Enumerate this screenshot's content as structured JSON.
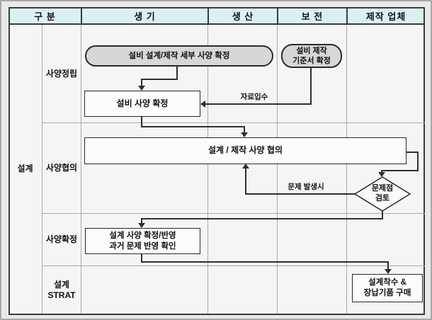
{
  "header": {
    "columns": [
      "구 분",
      "생 기",
      "생 산",
      "보 전",
      "제작 업체"
    ]
  },
  "phase": {
    "label": "설계"
  },
  "stages": [
    {
      "label": "사양정립"
    },
    {
      "label": "사양협의"
    },
    {
      "label": "사양확정"
    },
    {
      "line1": "설계",
      "line2": "STRAT"
    }
  ],
  "nodes": {
    "detail_spec_confirm": {
      "label": "설비 설계/제작 세부 사양 확정"
    },
    "mfg_standard_confirm": {
      "line1": "설비 제작",
      "line2": "기준서 확정"
    },
    "equipment_spec_confirm": {
      "label": "설비 사양 확정"
    },
    "design_mfg_spec_consult": {
      "label": "설계 / 제작 사양 협의"
    },
    "problem_review": {
      "line1": "문제점",
      "line2": "검토"
    },
    "design_spec_confirm_reflect": {
      "line1": "설계 사양 확정/반영",
      "line2": "과거 문제 반영 확인"
    },
    "design_start_purchase": {
      "line1": "설계착수 &",
      "line2": "장납기품 구매"
    }
  },
  "edge_labels": {
    "data_acquisition": "자료입수",
    "on_problem": "문제 발생시"
  },
  "colors": {
    "header_bg": "#daf1f2",
    "stadium_fill": "#d7d7d7",
    "box_fill": "#fcfcfc",
    "connector": "#2f2f2f",
    "grid": "#aaaaaa",
    "table_border": "#3b3b3b"
  }
}
